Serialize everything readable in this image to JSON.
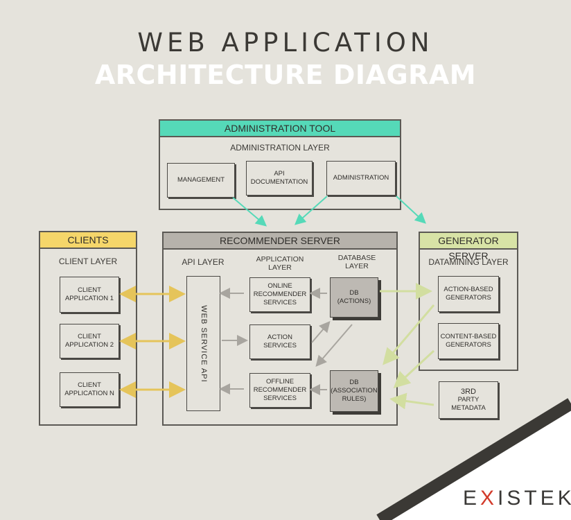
{
  "title_line1": "WEB APPLICATION",
  "title_line2": "ARCHITECTURE DIAGRAM",
  "admin": {
    "header": "ADMINISTRATION TOOL",
    "layer": "ADMINISTRATION LAYER",
    "boxes": [
      "MANAGEMENT",
      "API\nDOCUMENTATION",
      "ADMINISTRATION"
    ]
  },
  "clients": {
    "header": "CLIENTS",
    "layer": "CLIENT LAYER",
    "boxes": [
      "CLIENT\nAPPLICATION 1",
      "CLIENT\nAPPLICATION 2",
      "CLIENT\nAPPLICATION N"
    ]
  },
  "recommender": {
    "header": "RECOMMENDER SERVER",
    "api_layer": "API LAYER",
    "app_layer": "APPLICATION\nLAYER",
    "db_layer": "DATABASE\nLAYER",
    "api_box": "WEB SERVICE API",
    "app_boxes": [
      "ONLINE\nRECOMMENDER\nSERVICES",
      "ACTION\nSERVICES",
      "OFFLINE\nRECOMMENDER\nSERVICES"
    ],
    "db_boxes": [
      "DB\n(ACTIONS)",
      "DB\n(ASSOCIATION\nRULES)"
    ]
  },
  "generator": {
    "header": "GENERATOR SERVER",
    "layer": "DATAMINING LAYER",
    "boxes": [
      "ACTION-BASED\nGENERATORS",
      "CONTENT-BASED\nGENERATORS"
    ]
  },
  "third_party": {
    "prefix": "3RD",
    "text": "PARTY\nMETADATA"
  },
  "logo": {
    "a": "E",
    "x": "X",
    "b": "ISTEK"
  },
  "colors": {
    "background": "#e5e3dc",
    "admin_header": "#55d9b8",
    "clients_header": "#f5d66a",
    "recommender_header": "#b6b2ab",
    "generator_header": "#d8e3a6",
    "arrow_clients": "#e5c45a",
    "arrow_admin": "#55d9b8",
    "arrow_internal": "#a8a59f",
    "arrow_generator": "#d2dea0",
    "logo_accent": "#d23a2a"
  }
}
